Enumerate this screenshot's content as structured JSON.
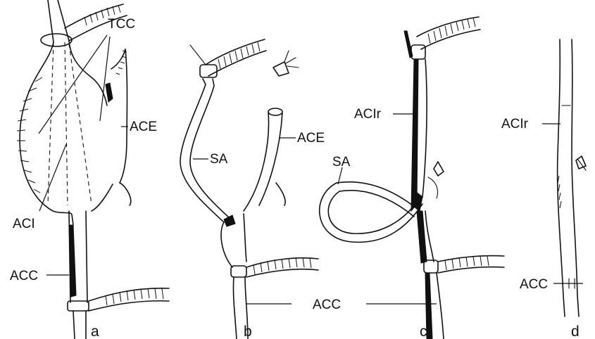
{
  "figure": {
    "panels": [
      {
        "id": "a",
        "letter": "a",
        "labels": {
          "tcc": "TCC",
          "ace": "ACE",
          "aci": "ACI",
          "acc": "ACC"
        }
      },
      {
        "id": "b",
        "letter": "b",
        "labels": {
          "sa": "SA",
          "ace": "ACE"
        }
      },
      {
        "id": "c",
        "letter": "c",
        "labels": {
          "acir": "ACIr",
          "sa": "SA",
          "acc": "ACC"
        }
      },
      {
        "id": "d",
        "letter": "d",
        "labels": {
          "acir": "ACIr",
          "acc": "ACC"
        }
      }
    ]
  }
}
